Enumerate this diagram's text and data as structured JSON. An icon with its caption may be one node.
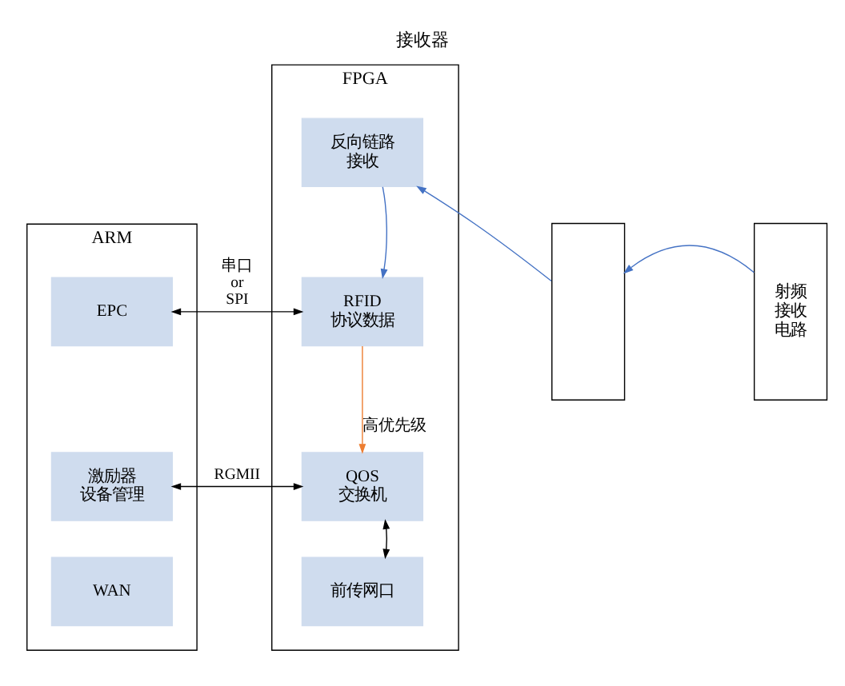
{
  "diagram": {
    "title": "接收器",
    "nodes": [
      {
        "text": [
          "ARM"
        ]
      },
      {
        "text": [
          "EPC"
        ],
        "in": 0
      },
      {
        "text": [
          "激励器设备管理"
        ],
        "in": 0
      },
      {
        "text": [
          "WAN"
        ],
        "in": 0
      },
      {
        "text": [
          "FPGA"
        ]
      },
      {
        "text": [
          "反向链路接收"
        ],
        "in": 4
      },
      {
        "text": [
          "RFID 协议数据"
        ],
        "in": 4
      },
      {
        "text": [
          "QOS 交换机"
        ],
        "in": 4
      },
      {
        "text": [
          "前传网口"
        ],
        "in": 4
      },
      {
        "text": [],
        "shape": "box"
      },
      {
        "text": [
          "射频接收电路"
        ]
      }
    ],
    "edges": [
      {
        "from": 1,
        "to": 6,
        "arrow": "both",
        "label": "串口 or SPI"
      },
      {
        "from": 2,
        "to": 7,
        "arrow": "both",
        "label": "RGMII"
      },
      {
        "from": 5,
        "to": 6,
        "arrow": "to",
        "color": "#4472c4"
      },
      {
        "from": 6,
        "to": 7,
        "arrow": "to",
        "label": "高优先级",
        "color": "#ed7d31"
      },
      {
        "from": 7,
        "to": 8,
        "arrow": "both"
      },
      {
        "from": 9,
        "to": 5,
        "arrow": "to",
        "color": "#4472c4"
      },
      {
        "from": 10,
        "to": 9,
        "arrow": "to",
        "color": "#4472c4"
      }
    ]
  }
}
